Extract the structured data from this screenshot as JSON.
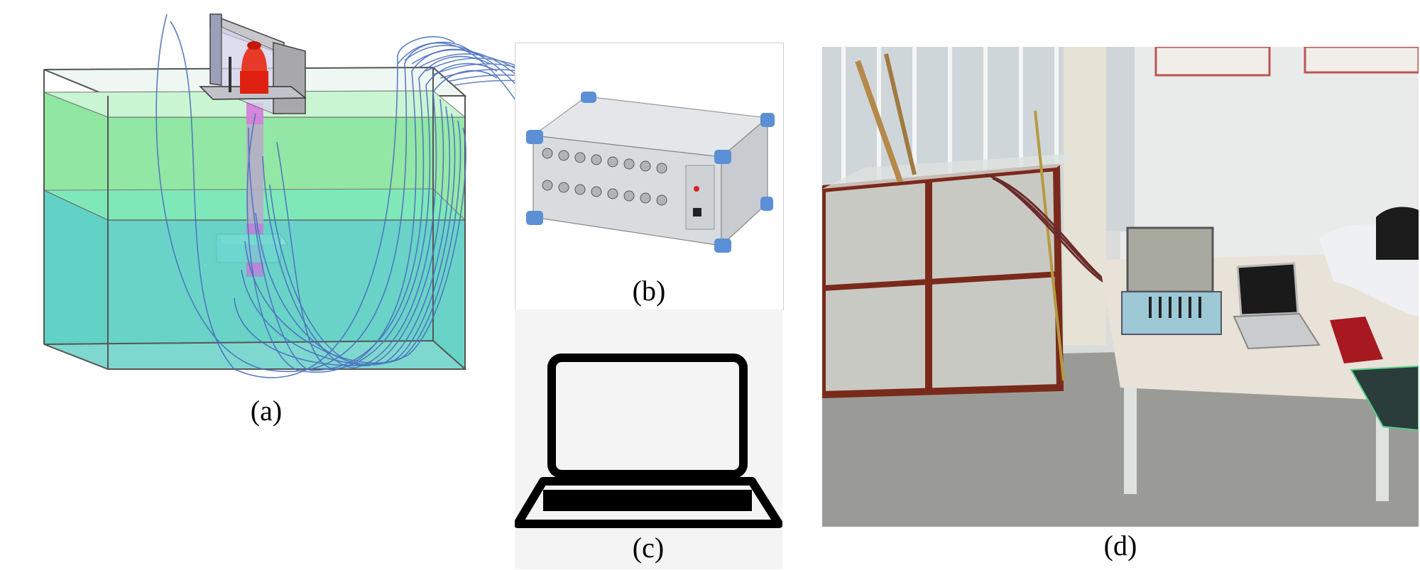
{
  "captions": {
    "a": "(a)",
    "b": "(b)",
    "c": "(c)",
    "d": "(d)"
  },
  "colors": {
    "upper_water": "#8fe7a2",
    "lower_water": "#62d1c6",
    "source_red": "#e02010",
    "cable_blue": "#4a6fbf",
    "device_grey": "#d9dcdf",
    "device_corner_blue": "#5b8fd6",
    "laptop_black": "#000000"
  },
  "icons": {
    "laptop": "laptop-icon",
    "daq": "data-acquisition-box",
    "tank": "water-tank-model",
    "photo": "laboratory-photo"
  }
}
